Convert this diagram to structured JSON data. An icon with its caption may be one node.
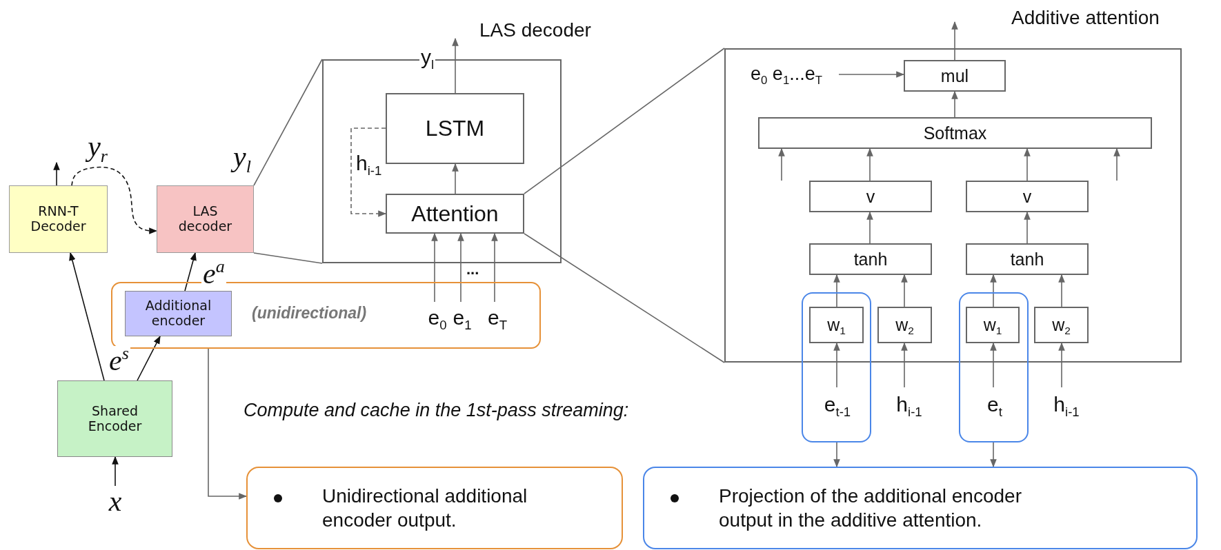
{
  "diagram": {
    "nodes": [
      {
        "text": [
          "y$_{r}$"
        ]
      },
      {
        "text": [
          "RNN-T Decoder"
        ]
      },
      {
        "text": [
          "y$_{l}$"
        ]
      },
      {
        "text": [
          "LAS decoder"
        ]
      },
      {
        "text": [
          "(unidirectional)"
        ]
      },
      {
        "text": [
          "Additional encoder"
        ],
        "in": 4
      },
      {
        "text": [
          "e$_{0}$"
        ],
        "in": 4
      },
      {
        "text": [
          "e$_{1}$"
        ],
        "in": 4
      },
      {
        "text": [
          "e$_{T}$"
        ],
        "in": 4
      },
      {
        "text": [
          "Shared Encoder"
        ]
      },
      {
        "text": [
          "x"
        ]
      },
      {
        "text": [
          "LAS decoder"
        ]
      },
      {
        "text": [
          "LSTM"
        ],
        "in": 11
      },
      {
        "text": [
          "Attention"
        ],
        "in": 11
      },
      {
        "text": [
          "Additive attention"
        ]
      },
      {
        "text": [
          "e$_{0}$ e$_{1}$...e$_{T}$"
        ],
        "in": 14
      },
      {
        "text": [
          "mul"
        ],
        "in": 14
      },
      {
        "text": [
          "Softmax"
        ],
        "in": 14
      },
      {
        "text": [
          "v"
        ],
        "in": 14
      },
      {
        "text": [
          "v"
        ],
        "in": 14
      },
      {
        "text": [
          "tanh"
        ],
        "in": 14
      },
      {
        "text": [
          "tanh"
        ],
        "in": 14
      },
      {
        "text": [],
        "shape": "box"
      },
      {
        "text": [
          "w$_{1}$"
        ]
      },
      {
        "text": [
          "e$_{t-1}$"
        ],
        "in": 22
      },
      {
        "text": [
          "w$_{2}$"
        ],
        "in": 14
      },
      {
        "text": [
          "h$_{i-1}$"
        ]
      },
      {
        "text": [],
        "shape": "box"
      },
      {
        "text": [
          "w$_{1}$"
        ]
      },
      {
        "text": [
          "e$_{t}$"
        ],
        "in": 27
      },
      {
        "text": [
          "w$_{2}$"
        ],
        "in": 14
      },
      {
        "text": [
          "h$_{i-1}$"
        ]
      },
      {
        "text": [
          "Unidirectional additional encoder output."
        ]
      },
      {
        "text": [
          "Projection of the additional encoder output in the additive attention."
        ]
      }
    ],
    "edges": [
      {
        "from": 1,
        "to": 0,
        "arrow": "to",
        "color": "#111111"
      },
      {
        "from": 1,
        "to": 3,
        "arrow": "to",
        "style": "dashed",
        "color": "#111111"
      },
      {
        "from": 5,
        "to": 3,
        "arrow": "to",
        "label": "e$^{a}$",
        "color": "#111111"
      },
      {
        "from": 9,
        "to": 5,
        "arrow": "to",
        "label": "e$^{s}$",
        "color": "#111111"
      },
      {
        "from": 9,
        "to": 1,
        "arrow": "to",
        "color": "#111111"
      },
      {
        "from": 10,
        "to": 9,
        "arrow": "to",
        "color": "#111111"
      },
      {
        "from": 3,
        "to": 11,
        "arrow": "none"
      },
      {
        "from": 3,
        "to": 11,
        "arrow": "none"
      },
      {
        "from": 6,
        "to": 13,
        "arrow": "to"
      },
      {
        "from": 7,
        "to": 13,
        "arrow": "to"
      },
      {
        "from": 8,
        "to": 13,
        "arrow": "to"
      },
      {
        "from": 13,
        "to": 12,
        "arrow": "to"
      },
      {
        "from": 12,
        "to": null,
        "arrow": "to",
        "label": "y$_{l}$"
      },
      {
        "from": 12,
        "to": 13,
        "arrow": "to",
        "style": "dashed",
        "label": "h$_{i-1}$"
      },
      {
        "from": 13,
        "to": 14,
        "arrow": "none"
      },
      {
        "from": 13,
        "to": 14,
        "arrow": "none"
      },
      {
        "from": 15,
        "to": 16,
        "arrow": "to"
      },
      {
        "from": 17,
        "to": 16,
        "arrow": "to"
      },
      {
        "from": 16,
        "to": null,
        "arrow": "to"
      },
      {
        "from": null,
        "to": 17,
        "arrow": "to"
      },
      {
        "from": 18,
        "to": 17,
        "arrow": "to"
      },
      {
        "from": 19,
        "to": 17,
        "arrow": "to"
      },
      {
        "from": null,
        "to": 17,
        "arrow": "to"
      },
      {
        "from": 20,
        "to": 18,
        "arrow": "to"
      },
      {
        "from": 21,
        "to": 19,
        "arrow": "to"
      },
      {
        "from": 23,
        "to": 20,
        "arrow": "to"
      },
      {
        "from": 25,
        "to": 20,
        "arrow": "to"
      },
      {
        "from": 28,
        "to": 21,
        "arrow": "to"
      },
      {
        "from": 30,
        "to": 21,
        "arrow": "to"
      },
      {
        "from": 24,
        "to": 23,
        "arrow": "to"
      },
      {
        "from": 26,
        "to": 25,
        "arrow": "to"
      },
      {
        "from": 29,
        "to": 28,
        "arrow": "to"
      },
      {
        "from": 31,
        "to": 30,
        "arrow": "to"
      },
      {
        "from": 22,
        "to": 33,
        "arrow": "to"
      },
      {
        "from": 27,
        "to": 33,
        "arrow": "to"
      },
      {
        "from": 4,
        "to": 32,
        "arrow": "to"
      }
    ],
    "labels": [
      "...",
      "Compute and cache in the 1st-pass streaming:"
    ]
  }
}
